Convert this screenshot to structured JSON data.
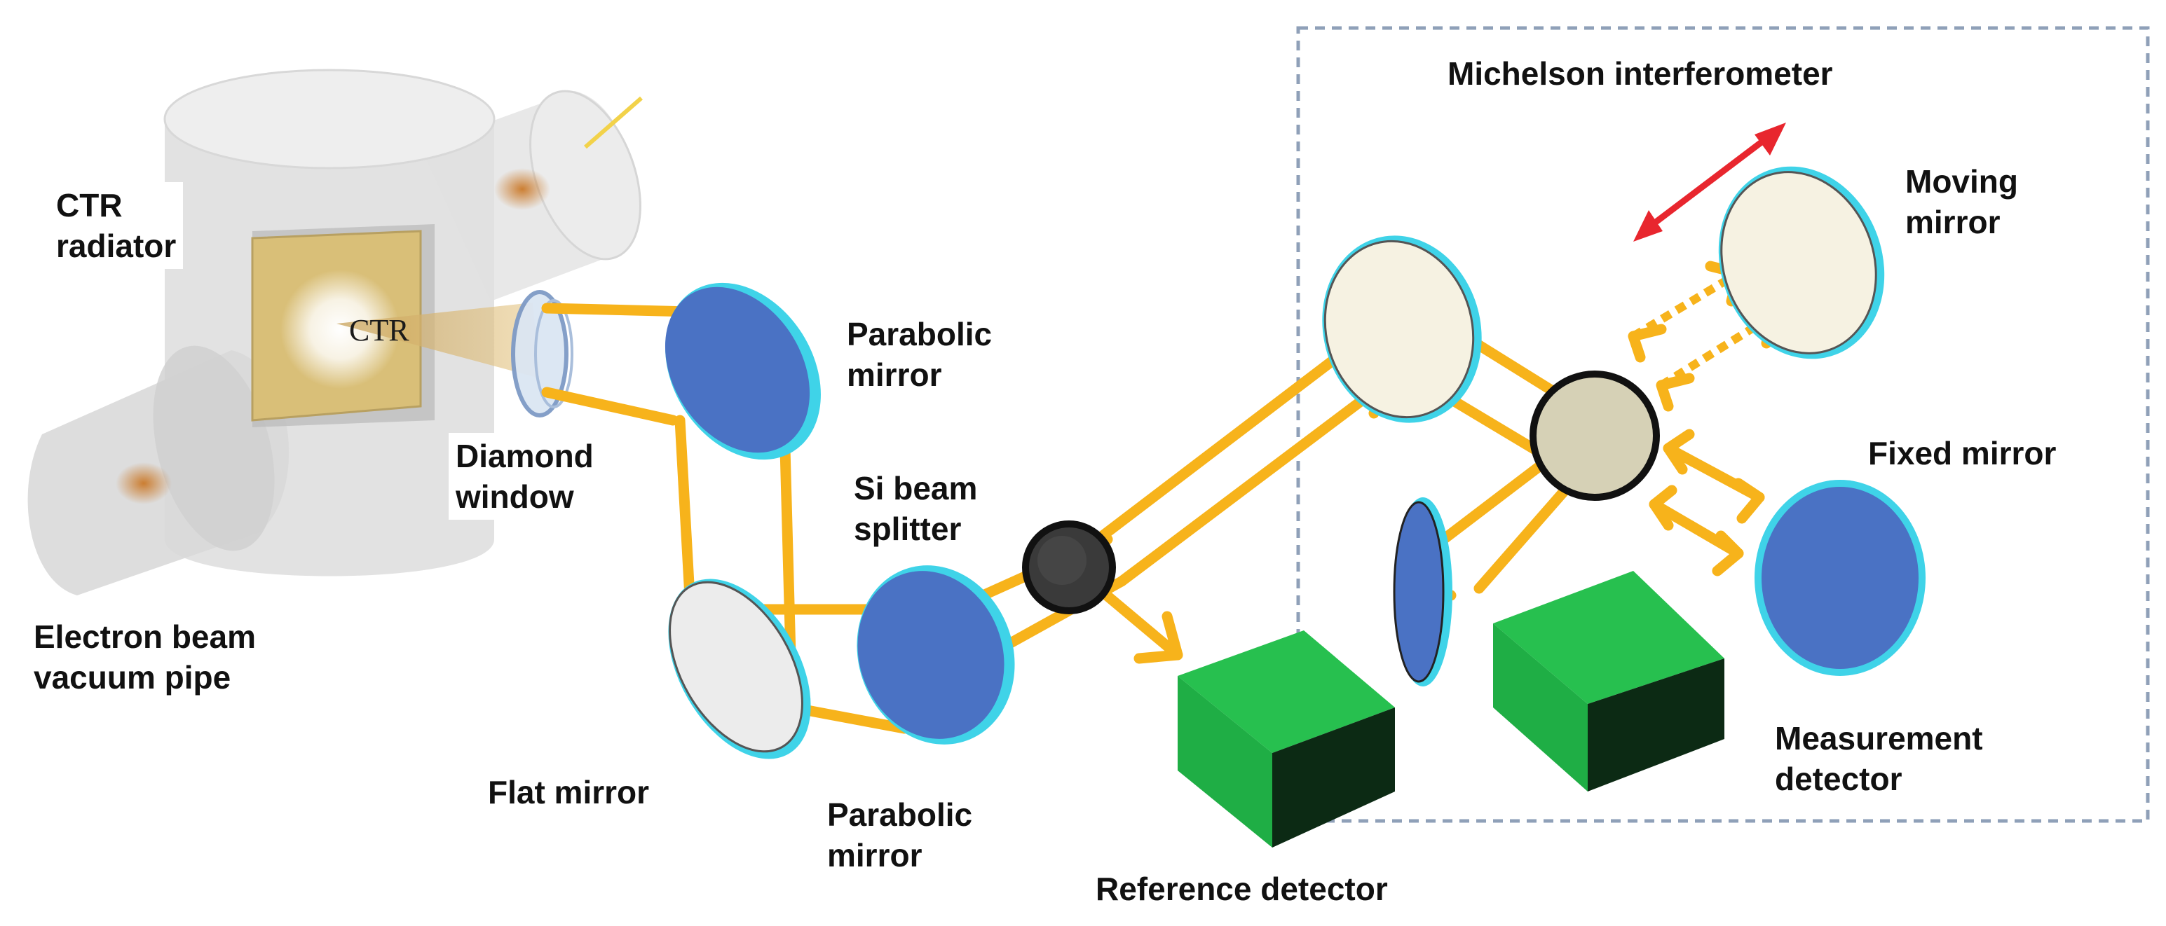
{
  "colors": {
    "beam": "#f7b31b",
    "mirror_blue": "#4a72c4",
    "mirror_rim": "#3fd3e8",
    "mirror_flat": "#ececec",
    "mirror_cream": "#f6f2e2",
    "detector_front": "#1fae45",
    "detector_top": "#27c04f",
    "detector_side": "#0c2a14",
    "dashed_box": "#8fa0b8",
    "arrow_red": "#e8262e",
    "radiator_gold": "#d9bf78",
    "vacuum_grey": "#e2e2e2"
  },
  "labels": {
    "ctr_radiator": [
      "CTR",
      "radiator"
    ],
    "ctr_text": "CTR",
    "diamond_window": [
      "Diamond",
      "window"
    ],
    "electron_beam": [
      "Electron beam",
      "vacuum pipe"
    ],
    "parabolic_mirror_top": [
      "Parabolic",
      "mirror"
    ],
    "si_beam_splitter": [
      "Si beam",
      "splitter"
    ],
    "flat_mirror": "Flat mirror",
    "parabolic_mirror_bottom": [
      "Parabolic",
      "mirror"
    ],
    "reference_detector": "Reference detector",
    "michelson": "Michelson interferometer",
    "moving_mirror": [
      "Moving",
      "mirror"
    ],
    "fixed_mirror": "Fixed mirror",
    "measurement_detector": [
      "Measurement",
      "detector"
    ]
  }
}
